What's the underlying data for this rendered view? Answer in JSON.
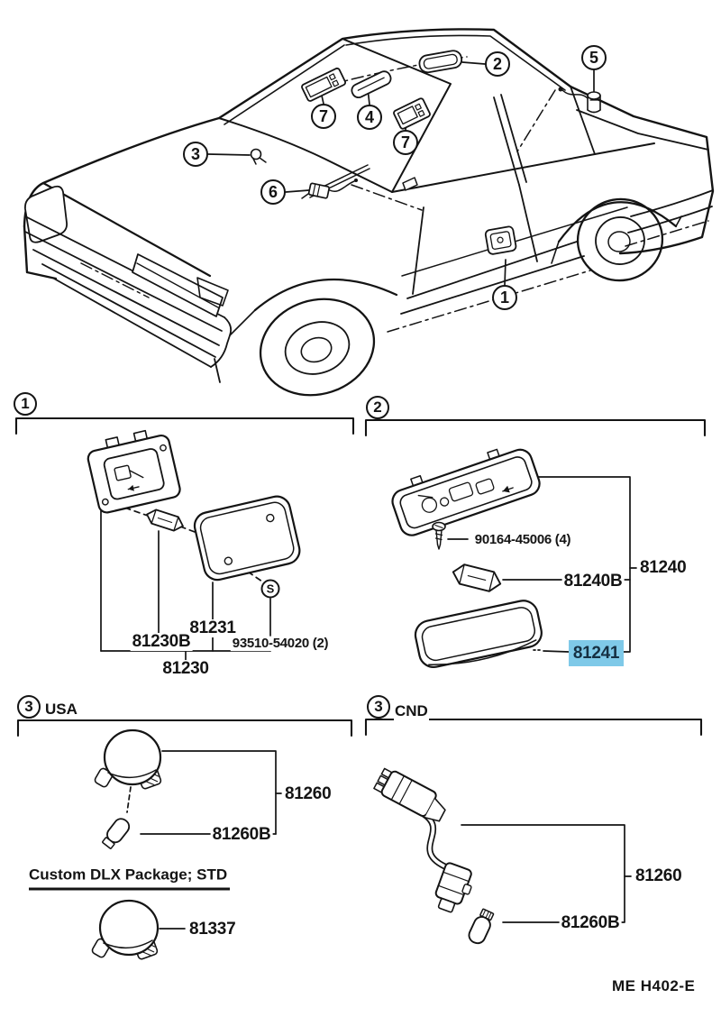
{
  "colors": {
    "line": "#141414",
    "highlight_bg": "#7fc9e8",
    "highlight_fg": "#163043"
  },
  "car": {
    "callouts": [
      {
        "n": "1"
      },
      {
        "n": "2"
      },
      {
        "n": "3"
      },
      {
        "n": "4"
      },
      {
        "n": "5"
      },
      {
        "n": "6"
      },
      {
        "n": "7"
      },
      {
        "n": "7"
      }
    ]
  },
  "section1": {
    "badge": "1",
    "lens": "81231",
    "bulb": "81230B",
    "screws": "93510-54020 (2)",
    "assembly": "81230",
    "screw_symbol": "S"
  },
  "section2": {
    "badge": "2",
    "screws": "90164-45006 (4)",
    "assembly": "81240",
    "bulb": "81240B",
    "lens": "81241"
  },
  "section3_usa": {
    "badge": "3",
    "region": "USA",
    "assembly": "81260",
    "bulb": "81260B",
    "note": "Custom DLX Package; STD",
    "alt_lamp": "81337"
  },
  "section3_cnd": {
    "badge": "3",
    "region": "CND",
    "assembly": "81260",
    "bulb": "81260B"
  },
  "footer": {
    "doc_code": "ME H402-E"
  }
}
